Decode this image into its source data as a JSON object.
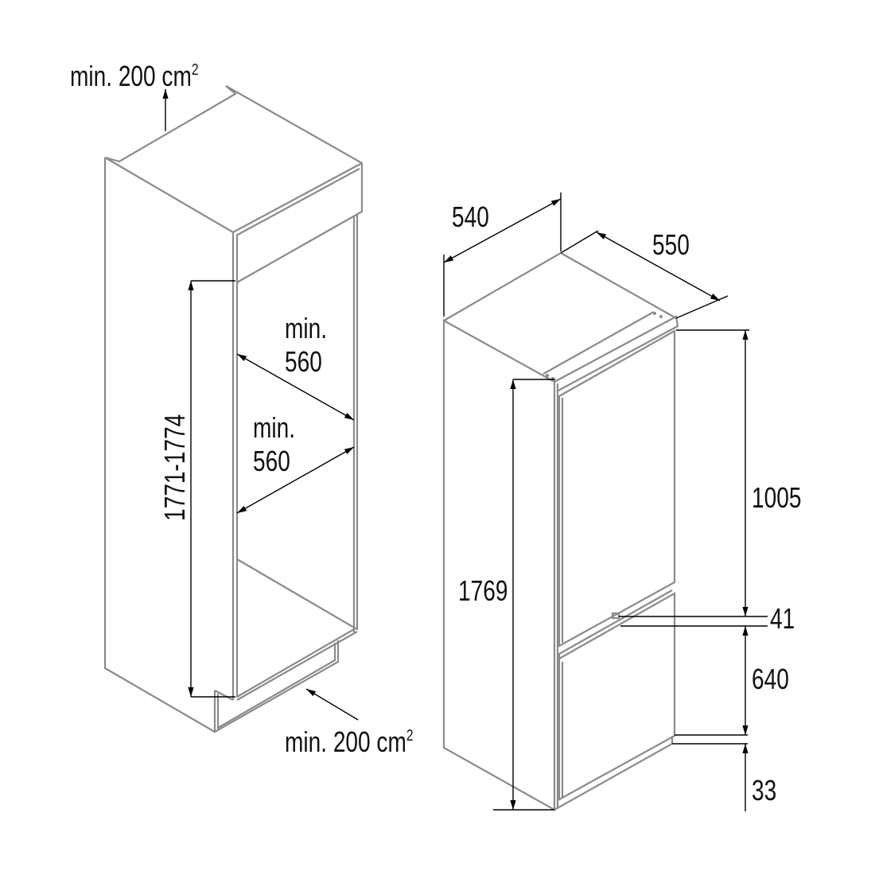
{
  "labels": {
    "top_vent": "min. 200 cm",
    "top_vent_sup": "2",
    "bottom_vent": "min. 200 cm",
    "bottom_vent_sup": "2",
    "niche_height": "1771-1774",
    "niche_depth_1_a": "min.",
    "niche_depth_1_b": "560",
    "niche_width_a": "min.",
    "niche_width_b": "560",
    "width": "540",
    "depth": "550",
    "height": "1769",
    "upper_door": "1005",
    "gap": "41",
    "lower_door": "640",
    "bottom_gap": "33"
  }
}
